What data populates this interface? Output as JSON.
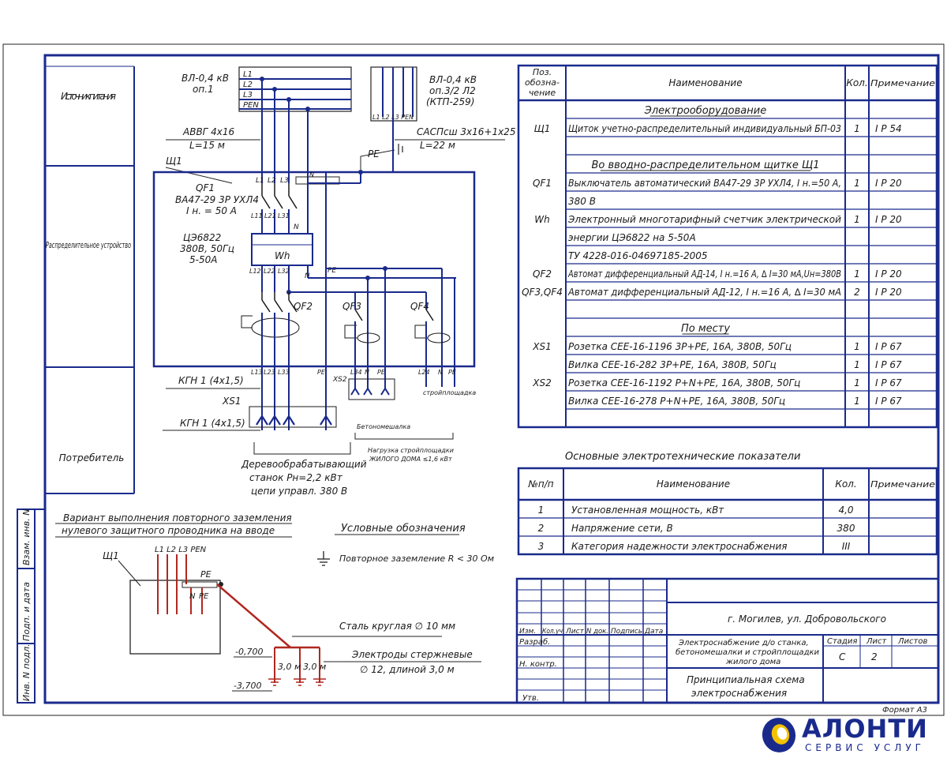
{
  "left_column": {
    "source": "Источник питания",
    "distribution": "Распределительное устройство",
    "consumer": "Потребитель"
  },
  "side_stamp": [
    "Инв. N подл.",
    "Подп. и дата",
    "Взам. инв. N"
  ],
  "schematic": {
    "line1_a": "ВЛ-0,4 кВ",
    "line1_b": "оп.1",
    "line2_a": "ВЛ-0,4 кВ",
    "line2_b": "оп.3/2 Л2",
    "line2_c": "(КТП-259)",
    "buses": [
      "L1",
      "L2",
      "L3",
      "PEN"
    ],
    "buses_right": "L1 L2 L3 PEN",
    "cable1_a": "АВВГ 4х16",
    "cable1_b": "L=15 м",
    "cable2_a": "САСПсш  3х16+1х25",
    "cable2_b": "L=22 м",
    "pe": "PE",
    "panel": "Щ1",
    "qf1_a": "QF1",
    "qf1_b": "ВА47-29 3Р УХЛ4",
    "qf1_c": "I н. = 50 А",
    "term_top": [
      "L1",
      "L2",
      "L3"
    ],
    "term_n": "N",
    "term_mid": [
      "L11",
      "L21",
      "L31"
    ],
    "meter_a": "ЦЭ6822",
    "meter_b": "380В, 50Гц",
    "meter_c": "5-50А",
    "meter_box": "Wh",
    "term_low": [
      "L12",
      "L22",
      "L32"
    ],
    "qf2": "QF2",
    "qf3": "QF3",
    "qf4": "QF4",
    "out_terms": [
      "L13",
      "L23",
      "L33",
      "PE"
    ],
    "xs2": "XS2",
    "out_terms2": [
      "L34",
      "N",
      "PE"
    ],
    "out_terms3": [
      "L24",
      "N",
      "PE"
    ],
    "cable3": "КГН 1 (4х1,5)",
    "xs1": "XS1",
    "cable4": "КГН 1 (4х1,5)",
    "mixer": "Бетономешалка",
    "stroy": "стройплощадка",
    "note_a": "Нагрузка стройплощадки",
    "note_b": "ЖИЛОГО ДОМА ≤1,6 кВт",
    "machine_a": "Деревообрабатывающий",
    "machine_b": "станок Рн=2,2 кВт",
    "machine_c": "цепи управл. 380 В"
  },
  "grounding": {
    "title_a": "Вариант выполнения повторного заземления",
    "title_b": "нулевого защитного проводника на вводе",
    "panel": "Щ1",
    "buses": "L1 L2 L3 PEN",
    "pe": "PE",
    "n": "N",
    "pe2": "PE",
    "steel": "Сталь круглая ∅ 10 мм",
    "electrodes_a": "Электроды стержневые",
    "electrodes_b": "∅ 12, длиной 3,0 м",
    "level1": "-0,700",
    "level2": "-3,700",
    "spacing1": "3,0 м",
    "spacing2": "3,0 м"
  },
  "legend": {
    "title": "Условные обозначения",
    "item": "Повторное заземление R < 30 Ом"
  },
  "spec_table": {
    "headers": [
      "Поз. обозна- чение",
      "Наименование",
      "Кол.",
      "Примечание"
    ],
    "rows": [
      {
        "pos": "",
        "name": "Электрооборудование",
        "qty": "",
        "note": "",
        "section": true
      },
      {
        "pos": "Щ1",
        "name": "Щиток учетно-распределительный индивидуальный БП-03",
        "qty": "1",
        "note": "I P 54"
      },
      {
        "pos": "",
        "name": "",
        "qty": "",
        "note": ""
      },
      {
        "pos": "",
        "name": "Во вводно-распределительном щитке Щ1",
        "qty": "",
        "note": "",
        "section": true
      },
      {
        "pos": "QF1",
        "name": "Выключатель автоматический ВА47-29 3Р УХЛ4, I н.=50 А,",
        "qty": "1",
        "note": "I P 20"
      },
      {
        "pos": "",
        "name": "380 В",
        "qty": "",
        "note": ""
      },
      {
        "pos": "Wh",
        "name": "Электронный многотарифный счетчик электрической",
        "qty": "1",
        "note": "I P 20"
      },
      {
        "pos": "",
        "name": "энергии  ЦЭ6822 на 5-50А",
        "qty": "",
        "note": ""
      },
      {
        "pos": "",
        "name": "ТУ 4228-016-04697185-2005",
        "qty": "",
        "note": ""
      },
      {
        "pos": "QF2",
        "name": "Автомат дифференциальный АД-14,  I н.=16 А, ∆ I=30 мА,Uн=380В",
        "qty": "1",
        "note": "I P 20"
      },
      {
        "pos": "QF3,QF4",
        "name": "Автомат дифференциальный АД-12,  I н.=16 А, ∆ I=30 мА",
        "qty": "2",
        "note": "I P 20"
      },
      {
        "pos": "",
        "name": "",
        "qty": "",
        "note": ""
      },
      {
        "pos": "",
        "name": "По месту",
        "qty": "",
        "note": "",
        "section": true
      },
      {
        "pos": "XS1",
        "name": "Розетка СЕЕ-16-1196 3Р+PE, 16А, 380В, 50Гц",
        "qty": "1",
        "note": "I P 67"
      },
      {
        "pos": "",
        "name": "Вилка СЕЕ-16-282 3Р+PE, 16А, 380В, 50Гц",
        "qty": "1",
        "note": "I P 67"
      },
      {
        "pos": "XS2",
        "name": "Розетка СЕЕ-16-1192 Р+N+PE, 16А, 380В, 50Гц",
        "qty": "1",
        "note": "I P 67"
      },
      {
        "pos": "",
        "name": "Вилка СЕЕ-16-278 Р+N+PE, 16А, 380В, 50Гц",
        "qty": "1",
        "note": "I P 67"
      },
      {
        "pos": "",
        "name": "",
        "qty": "",
        "note": ""
      }
    ]
  },
  "indicators": {
    "title": "Основные электротехнические показатели",
    "headers": [
      "№п/п",
      "Наименование",
      "Кол.",
      "Примечание"
    ],
    "rows": [
      {
        "n": "1",
        "name": "Установленная мощность, кВт",
        "qty": "4,0",
        "note": ""
      },
      {
        "n": "2",
        "name": "Напряжение сети, В",
        "qty": "380",
        "note": ""
      },
      {
        "n": "3",
        "name": "Категория надежности электроснабжения",
        "qty": "III",
        "note": ""
      }
    ]
  },
  "title_block": {
    "address": "г. Могилев, ул. Добровольского",
    "cols": [
      "Изм.",
      "Кол.уч",
      "Лист",
      "N док.",
      "Подпись",
      "Дата"
    ],
    "rows_left": [
      "Разраб.",
      "",
      "Н. контр.",
      "",
      "Утв."
    ],
    "project_a": "Электроснабжение д/о станка,",
    "project_b": "бетономешалки и стройплощадки",
    "project_c": "жилого дома",
    "stage_label": "Стадия",
    "sheet_label": "Лист",
    "sheets_label": "Листов",
    "stage": "С",
    "sheet": "2",
    "sheets": "",
    "drawing_a": "Принципиальная схема",
    "drawing_b": "электроснабжения"
  },
  "format": "Формат А3",
  "logo": {
    "name": "АЛОНТИ",
    "sub": "СЕРВИС УСЛУГ"
  }
}
